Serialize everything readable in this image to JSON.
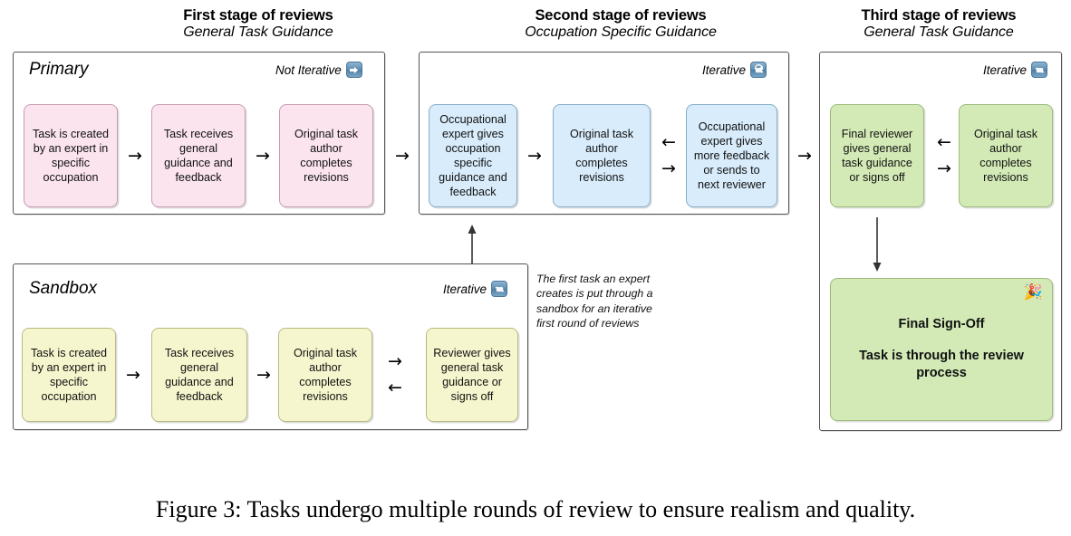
{
  "figure": {
    "caption": "Figure 3: Tasks undergo multiple rounds of review to ensure realism and quality."
  },
  "colors": {
    "pink_fill": "#fbe4ee",
    "pink_border": "#c79bb3",
    "blue_fill": "#d8ecfb",
    "blue_border": "#86aec9",
    "green_fill": "#d3eab6",
    "green_border": "#9cbb7b",
    "yellow_fill": "#f6f6ce",
    "yellow_border": "#b9b984",
    "container_border": "#555555",
    "badge_blue": "#5d8fb4"
  },
  "stages": [
    {
      "id": "stage-1",
      "title": "First stage of reviews",
      "subtitle": "General Task Guidance",
      "panel_title": "Primary",
      "tag_label": "Not Iterative",
      "tag_icon": "arrow-right-badge-icon",
      "nodes": [
        {
          "text": "Task is created by an expert in specific occupation"
        },
        {
          "text": "Task receives general guidance and feedback"
        },
        {
          "text": "Original task author completes revisions"
        }
      ]
    },
    {
      "id": "stage-2",
      "title": "Second stage of reviews",
      "subtitle": "Occupation Specific Guidance",
      "panel_title": "",
      "tag_label": "Iterative",
      "tag_icon": "repeat-badge-icon",
      "nodes": [
        {
          "text": "Occupational expert gives occupation specific guidance and feedback"
        },
        {
          "text": "Original task author completes revisions"
        },
        {
          "text": "Occupational expert gives more feedback or sends to next reviewer"
        }
      ]
    },
    {
      "id": "stage-3",
      "title": "Third stage of reviews",
      "subtitle": "General Task Guidance",
      "panel_title": "",
      "tag_label": "Iterative",
      "tag_icon": "repeat-badge-icon",
      "nodes": [
        {
          "text": "Final reviewer gives general task guidance or signs off"
        },
        {
          "text": "Original task author completes revisions"
        }
      ]
    }
  ],
  "sandbox": {
    "panel_title": "Sandbox",
    "tag_label": "Iterative",
    "tag_icon": "repeat-badge-icon",
    "nodes": [
      {
        "text": "Task is created by an expert in specific occupation"
      },
      {
        "text": "Task receives general guidance and feedback"
      },
      {
        "text": "Original task author completes revisions"
      },
      {
        "text": "Reviewer gives general task guidance or signs off"
      }
    ]
  },
  "side_note": {
    "text": "The first task an expert creates is put through a sandbox for an iterative first round of reviews"
  },
  "final_signoff": {
    "heading": "Final Sign-Off",
    "body": "Task is through the review process",
    "emoji": "🎉",
    "emoji_name": "party-popper-icon"
  },
  "arrow_glyphs": {
    "right": "→",
    "left": "←",
    "up": "↑",
    "down": "↓"
  }
}
